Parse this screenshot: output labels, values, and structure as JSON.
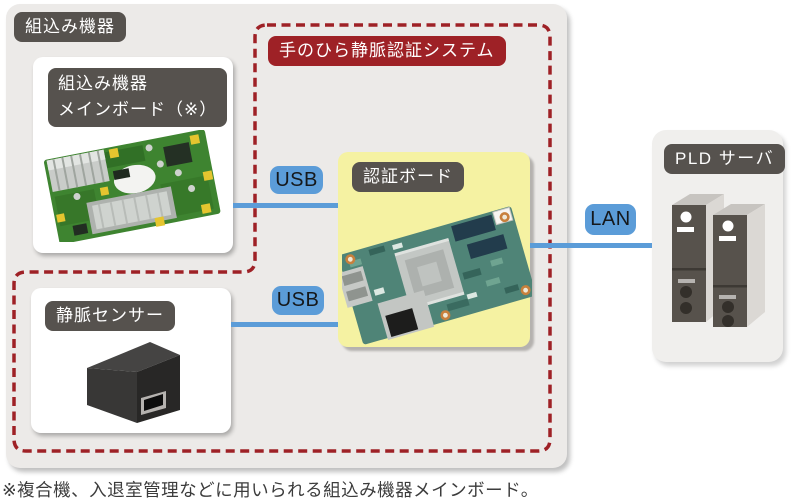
{
  "diagram": {
    "outer_group_label": "組込み機器",
    "auth_system_label": "手のひら静脈認証システム",
    "mainboard_label_line1": "組込み機器",
    "mainboard_label_line2": "メインボード（※）",
    "sensor_label": "静脈センサー",
    "auth_board_label": "認証ボード",
    "server_label": "PLD サーバ",
    "connections": {
      "usb_mainboard": "USB",
      "usb_sensor": "USB",
      "lan_server": "LAN"
    },
    "footnote": "※複合機、入退室管理などに用いられる組込み機器メインボード。",
    "colors": {
      "accent_blue": "#5b9cd8",
      "auth_system_red": "#9e2126",
      "label_dark_gray": "#56524e",
      "auth_board_yellow": "#f5f2a2",
      "group_gray": "#eceae8",
      "server_box_gray": "#f0efed"
    }
  }
}
